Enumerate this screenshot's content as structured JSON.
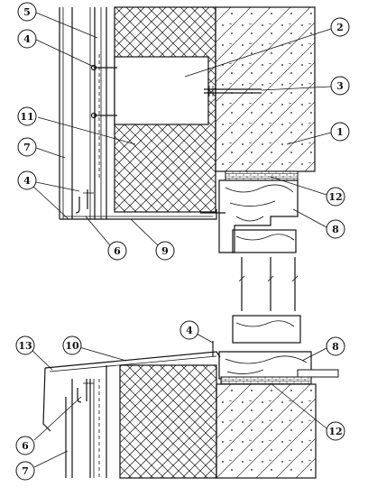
{
  "callouts": [
    {
      "id": "c1",
      "number": "1"
    },
    {
      "id": "c2",
      "number": "2"
    },
    {
      "id": "c3",
      "number": "3"
    },
    {
      "id": "c4a",
      "number": "4"
    },
    {
      "id": "c4b",
      "number": "4"
    },
    {
      "id": "c4c",
      "number": "4"
    },
    {
      "id": "c5",
      "number": "5"
    },
    {
      "id": "c6a",
      "number": "6"
    },
    {
      "id": "c6b",
      "number": "6"
    },
    {
      "id": "c7a",
      "number": "7"
    },
    {
      "id": "c7b",
      "number": "7"
    },
    {
      "id": "c8a",
      "number": "8"
    },
    {
      "id": "c8b",
      "number": "8"
    },
    {
      "id": "c9",
      "number": "9"
    },
    {
      "id": "c10",
      "number": "10"
    },
    {
      "id": "c11",
      "number": "11"
    },
    {
      "id": "c12a",
      "number": "12"
    },
    {
      "id": "c12b",
      "number": "12"
    },
    {
      "id": "c13",
      "number": "13"
    }
  ]
}
